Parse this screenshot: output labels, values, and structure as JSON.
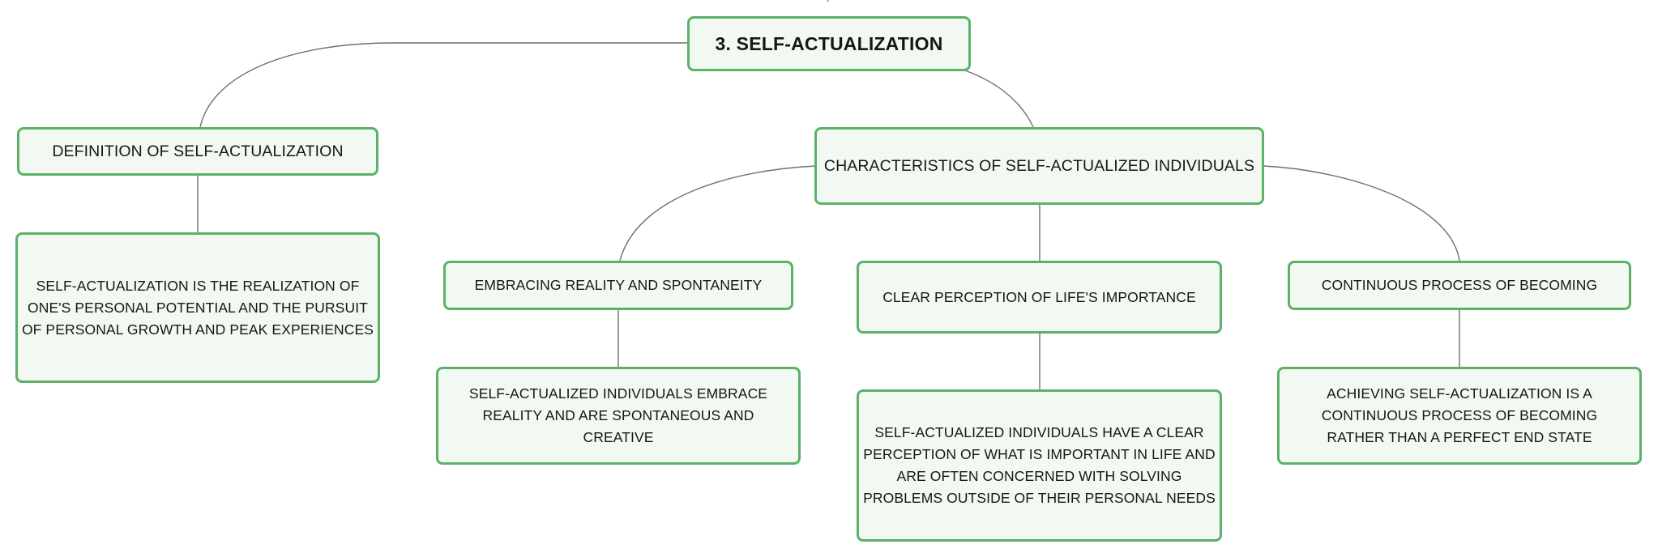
{
  "mindmap": {
    "root": {
      "label": "3. SELF-ACTUALIZATION"
    },
    "definition": {
      "label": "DEFINITION OF SELF-ACTUALIZATION",
      "detail": "SELF-ACTUALIZATION IS THE REALIZATION OF ONE'S PERSONAL POTENTIAL AND THE PURSUIT OF PERSONAL GROWTH AND PEAK EXPERIENCES"
    },
    "characteristics": {
      "label": "CHARACTERISTICS OF SELF-ACTUALIZED INDIVIDUALS",
      "children": [
        {
          "label": "EMBRACING REALITY AND SPONTANEITY",
          "detail": "SELF-ACTUALIZED INDIVIDUALS EMBRACE REALITY AND ARE SPONTANEOUS AND CREATIVE"
        },
        {
          "label": "CLEAR PERCEPTION OF LIFE'S IMPORTANCE",
          "detail": "SELF-ACTUALIZED INDIVIDUALS HAVE A CLEAR PERCEPTION OF WHAT IS IMPORTANT IN LIFE AND ARE OFTEN CONCERNED WITH SOLVING PROBLEMS OUTSIDE OF THEIR PERSONAL NEEDS"
        },
        {
          "label": "CONTINUOUS PROCESS OF BECOMING",
          "detail": "ACHIEVING SELF-ACTUALIZATION IS A CONTINUOUS PROCESS OF BECOMING RATHER THAN A PERFECT END STATE"
        }
      ]
    }
  },
  "colors": {
    "node_border": "#5cb167",
    "node_fill": "#f2f9f3",
    "connector": "#6f6f6f",
    "text": "#161616"
  }
}
